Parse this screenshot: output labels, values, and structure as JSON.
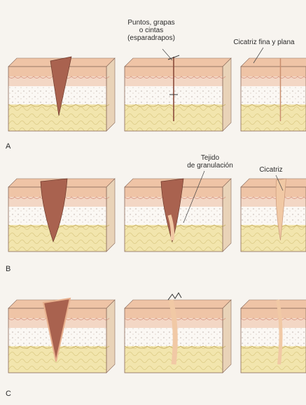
{
  "rows": [
    {
      "letter": "A",
      "labels": [
        "Puntos, grapas\no cintas\n(esparadrapos)",
        "Cicatriz fina y plana"
      ]
    },
    {
      "letter": "B",
      "labels": [
        "Tejido\nde granulación",
        "Cicatriz"
      ]
    },
    {
      "letter": "C",
      "labels": []
    }
  ],
  "colors": {
    "epidermis": "#efc4a6",
    "dermis_top": "#f3d7c5",
    "dermis": "#fbf7f3",
    "fat": "#f1e4a8",
    "wound": "#a9624f",
    "scar": "#f1c9a5",
    "outline": "#8a6a5a"
  }
}
